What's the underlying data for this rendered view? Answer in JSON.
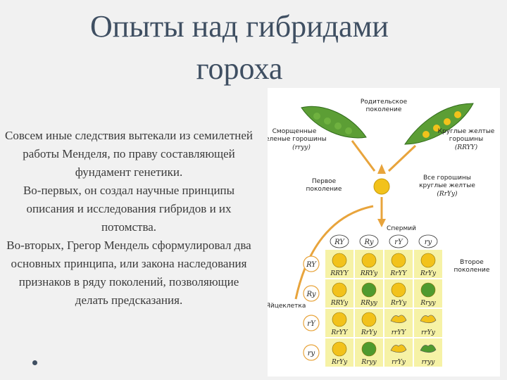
{
  "slide": {
    "title_line1": "Опыты над гибридами",
    "title_line2": "гороха",
    "paragraphs": [
      "Совсем иные следствия вытекали из семилетней работы Менделя, по праву составляющей фундамент генетики.",
      "Во-первых, он создал научные принципы описания и исследования гибридов и их потомства.",
      "Во-вторых, Грегор Мендель сформулировал два основных принципа, или закона наследования признаков в ряду поколений, позволяющие делать предсказания."
    ]
  },
  "figure": {
    "parent_gen": [
      "Родительское",
      "поколение"
    ],
    "left_parent": [
      "Сморщенные",
      "зеленые горошины",
      "(rryy)"
    ],
    "right_parent": [
      "Круглые желтые",
      "горошины",
      "(RRYY)"
    ],
    "first_gen": [
      "Первое",
      "поколение"
    ],
    "f1_desc": [
      "Все горошины",
      "круглые желтые",
      "(RrYy)"
    ],
    "sperm": "Спермий",
    "second_gen": [
      "Второе",
      "поколение"
    ],
    "egg": "Яйцеклетка",
    "gametes_top": [
      "RY",
      "Ry",
      "rY",
      "ry"
    ],
    "gametes_left": [
      "RY",
      "Ry",
      "rY",
      "ry"
    ],
    "grid": [
      [
        "RRYY",
        "RRYy",
        "RrYY",
        "RrYy"
      ],
      [
        "RRYy",
        "RRyy",
        "RrYy",
        "Rryy"
      ],
      [
        "RrYY",
        "RrYy",
        "rrYY",
        "rrYy"
      ],
      [
        "RrYy",
        "Rryy",
        "rrYy",
        "rryy"
      ]
    ],
    "pea_types": [
      [
        "round-yellow",
        "round-yellow",
        "round-yellow",
        "round-yellow"
      ],
      [
        "round-yellow",
        "round-green",
        "round-yellow",
        "round-green"
      ],
      [
        "round-yellow",
        "round-yellow",
        "wrinkled-yellow",
        "wrinkled-yellow"
      ],
      [
        "round-yellow",
        "round-green",
        "wrinkled-yellow",
        "wrinkled-green"
      ]
    ],
    "colors": {
      "yellow": "#f2c21b",
      "green": "#4f9a2e",
      "cell": "#f6f2a6",
      "arrow": "#e8a43c"
    }
  }
}
